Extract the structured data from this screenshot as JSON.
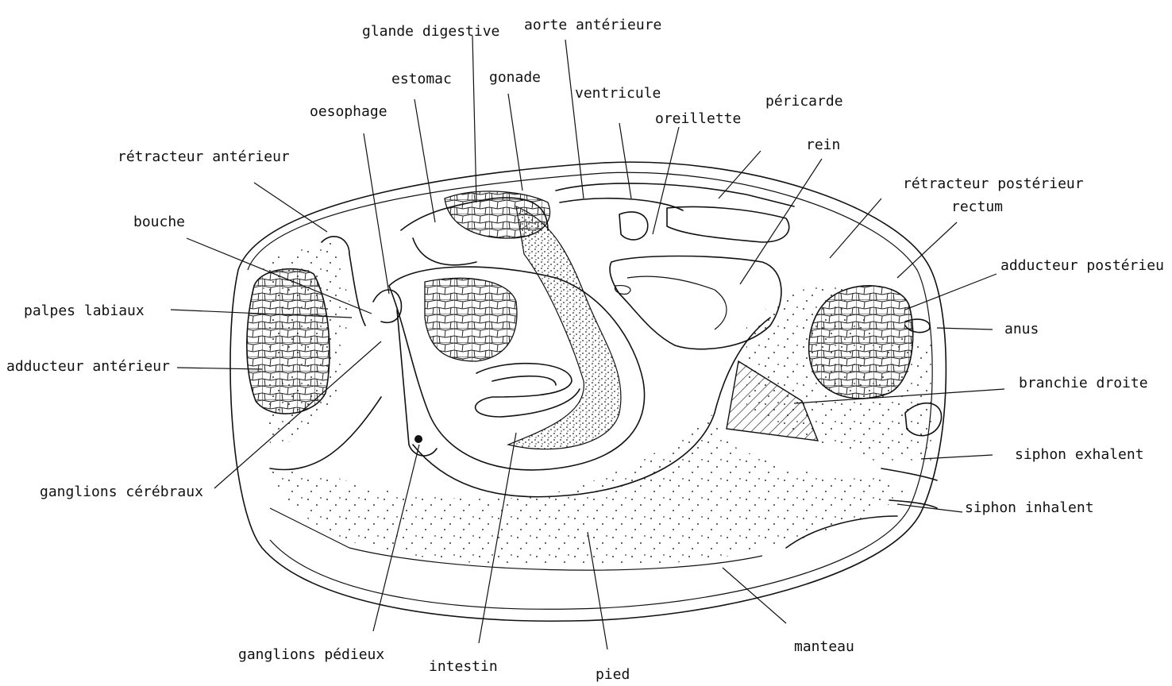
{
  "labels": {
    "glande_digestive": "glande digestive",
    "aorte_anterieure": "aorte antérieure",
    "estomac": "estomac",
    "gonade": "gonade",
    "ventricule": "ventricule",
    "pericarde": "péricarde",
    "oesophage": "oesophage",
    "oreillette": "oreillette",
    "rein": "rein",
    "retracteur_anterieur": "rétracteur antérieur",
    "retracteur_posterieur": "rétracteur postérieur",
    "rectum": "rectum",
    "bouche": "bouche",
    "adducteur_posterieur": "adducteur postérieu",
    "palpes_labiaux": "palpes labiaux",
    "anus": "anus",
    "adducteur_anterieur": "adducteur antérieur",
    "branchie_droite": "branchie droite",
    "siphon_exhalent": "siphon exhalent",
    "ganglions_cerebraux": "ganglions cérébraux",
    "siphon_inhalent": "siphon inhalent",
    "ganglions_pedieux": "ganglions pédieux",
    "manteau": "manteau",
    "intestin": "intestin",
    "pied": "pied"
  }
}
